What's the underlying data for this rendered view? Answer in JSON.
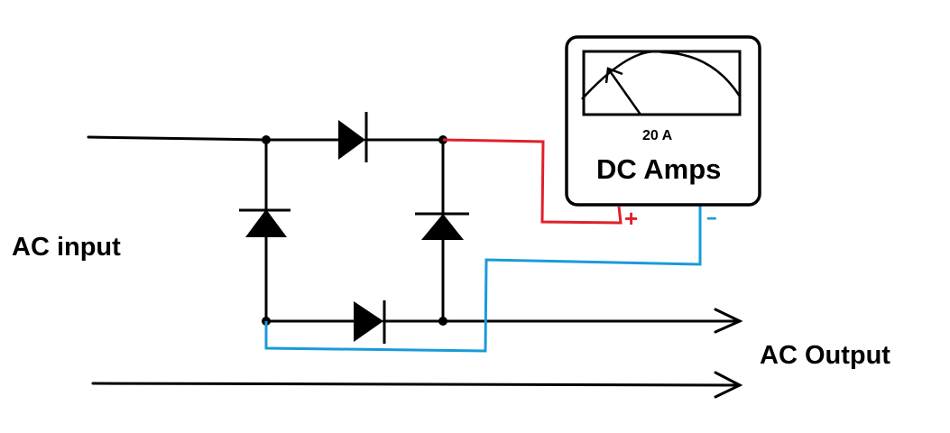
{
  "diagram": {
    "title": "Bridge rectifier with DC ammeter on AC line",
    "labels": {
      "ac_input": "AC input",
      "ac_output": "AC Output",
      "meter_range": "20 A",
      "meter_title": "DC Amps",
      "plus_terminal": "+",
      "minus_terminal": "--"
    },
    "colors": {
      "wire": "#000000",
      "positive_wire": "#e0202a",
      "negative_wire": "#1a9ad8",
      "background": "#ffffff"
    },
    "components": {
      "diodes": [
        "top",
        "left",
        "right",
        "bottom"
      ],
      "meter": "analog DC ammeter"
    }
  }
}
